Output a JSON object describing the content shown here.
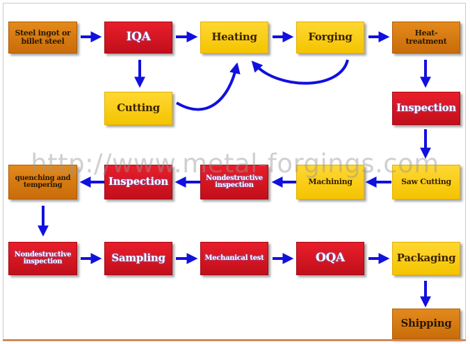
{
  "watermark": "http://www.metal-forgings.com",
  "colors": {
    "yellow": "#f4c400",
    "orange": "#d07a12",
    "red": "#d0151f",
    "arrow": "#1010e0"
  },
  "nodes": {
    "steel_ingot": "Steel ingot or billet steel",
    "iqa": "IQA",
    "heating": "Heating",
    "forging": "Forging",
    "heat_treatment": "Heat-treatment",
    "cutting": "Cutting",
    "inspection_1": "Inspection",
    "saw_cutting": "Saw Cutting",
    "machining": "Machining",
    "nondestructive_1": "Nondestructive inspection",
    "inspection_2": "Inspection",
    "quenching": "quenching and tempering",
    "nondestructive_2": "Nondestructive inspection",
    "sampling": "Sampling",
    "mechanical_test": "Mechanical test",
    "oqa": "OQA",
    "packaging": "Packaging",
    "shipping": "Shipping"
  }
}
